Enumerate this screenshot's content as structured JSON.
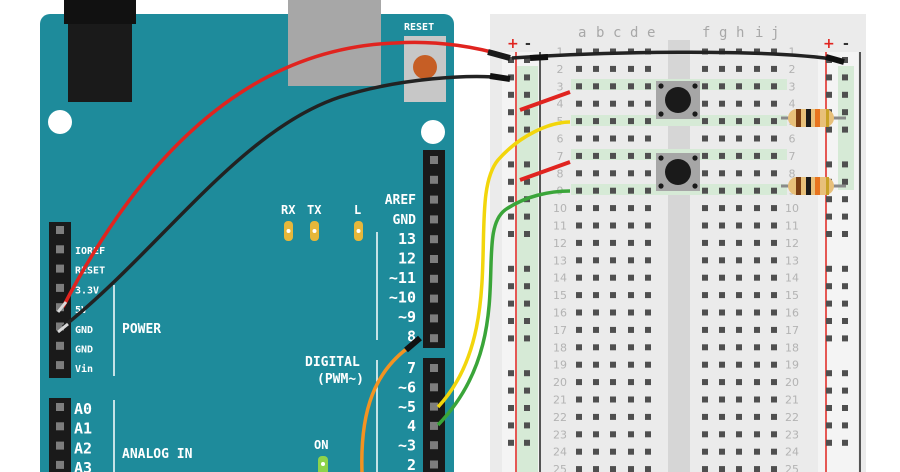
{
  "arduino": {
    "reset_label": "RESET",
    "led_labels": [
      "RX",
      "TX",
      "L"
    ],
    "on_label": "ON",
    "power_section_label": "POWER",
    "analog_section_label": "ANALOG IN",
    "digital_label_line1": "DIGITAL",
    "digital_label_line2": "(PWM~)",
    "power_pins": [
      "IOREF",
      "RESET",
      "3.3V",
      "5V",
      "GND",
      "GND",
      "Vin"
    ],
    "analog_pins": [
      "A0",
      "A1",
      "A2",
      "A3"
    ],
    "digital_top_pins": [
      "AREF",
      "GND",
      "13",
      "12",
      "~11",
      "~10",
      "~9",
      "8"
    ],
    "digital_bottom_pins": [
      "7",
      "~6",
      "~5",
      "4",
      "~3",
      "2"
    ]
  },
  "breadboard": {
    "columns_left": [
      "a",
      "b",
      "c",
      "d",
      "e"
    ],
    "columns_right": [
      "f",
      "g",
      "h",
      "i",
      "j"
    ],
    "rows": [
      "1",
      "2",
      "3",
      "4",
      "5",
      "6",
      "7",
      "8",
      "9",
      "10",
      "11",
      "12",
      "13",
      "14",
      "15",
      "16",
      "17",
      "18",
      "19",
      "20",
      "21",
      "22",
      "23",
      "24",
      "25"
    ],
    "rail_plus": "+",
    "rail_minus": "-"
  },
  "colors": {
    "board": "#1e8b9b",
    "wire_red": "#e0241f",
    "wire_black": "#222222",
    "wire_yellow": "#f2d60c",
    "wire_green": "#3aa539",
    "wire_orange": "#f39321",
    "breadboard": "#ebebeb",
    "highlight": "#cfe8cf"
  }
}
